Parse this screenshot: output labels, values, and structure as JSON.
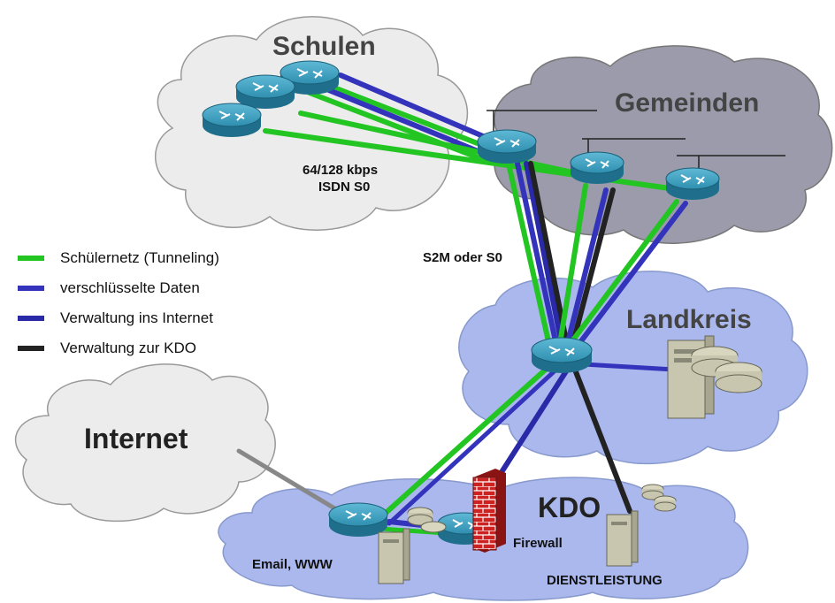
{
  "clouds": {
    "schulen": "Schulen",
    "gemeinden": "Gemeinden",
    "landkreis": "Landkreis",
    "internet": "Internet",
    "kdo": "KDO"
  },
  "labels": {
    "bandwidth_line1": "64/128 kbps",
    "bandwidth_line2": "ISDN S0",
    "s2m": "S2M oder S0",
    "firewall": "Firewall",
    "email_www": "Email, WWW",
    "dienstleistung": "DIENSTLEISTUNG"
  },
  "legend": [
    {
      "label": "Schülernetz (Tunneling)",
      "color": "#22c522"
    },
    {
      "label": "verschlüsselte Daten",
      "color": "#3333bb"
    },
    {
      "label": "Verwaltung ins Internet",
      "color": "#2a2aa8"
    },
    {
      "label": "Verwaltung zur KDO",
      "color": "#222222"
    }
  ],
  "colors": {
    "green": "#22c522",
    "blue": "#3333bb",
    "black": "#222222",
    "gray_link": "#888888",
    "cloud_light": "#ececec",
    "cloud_dark": "#9b9bab",
    "cloud_blue": "#aab8ee",
    "router": "#2f8fb0",
    "firewall": "#cc2222"
  }
}
